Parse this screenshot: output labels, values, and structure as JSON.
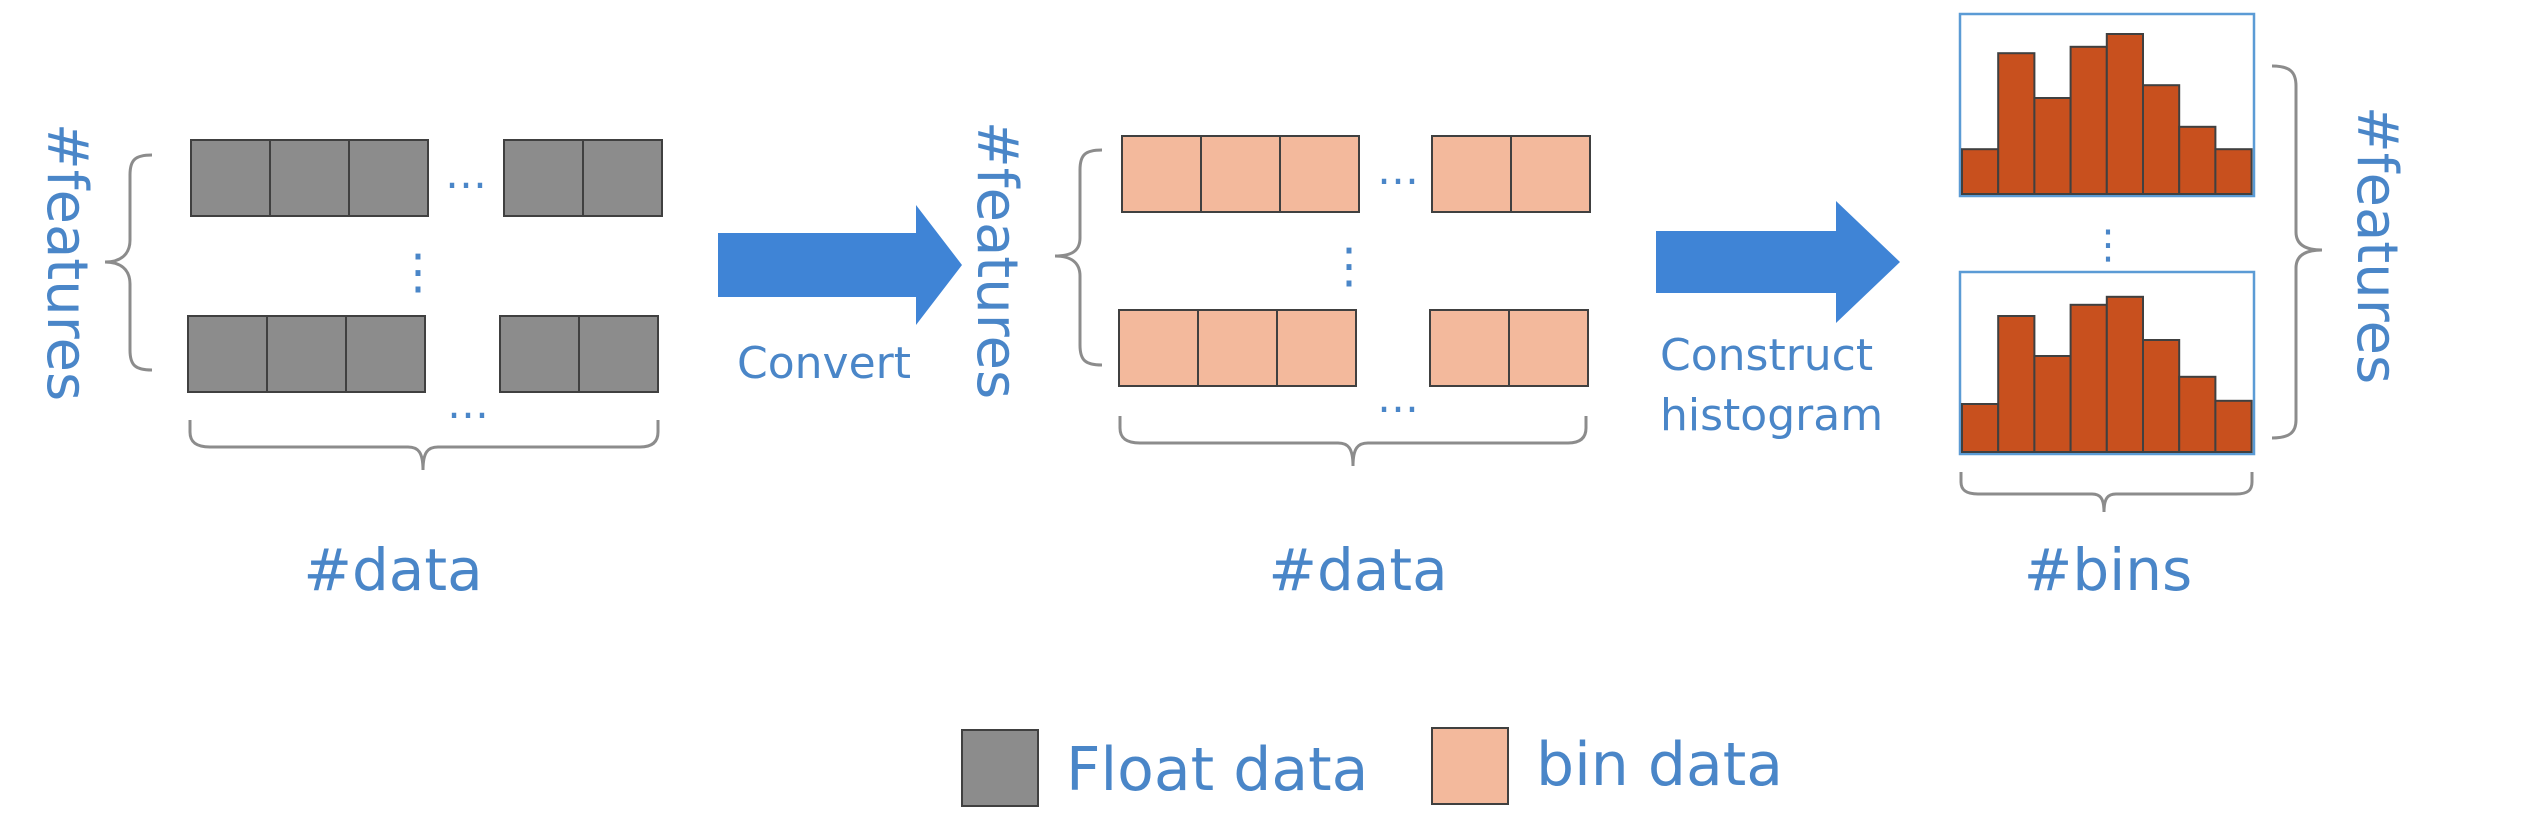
{
  "labels": {
    "features": "#features",
    "data": "#data",
    "bins": "#bins",
    "ellipsis": "…",
    "vdots": "⋮",
    "convert": "Convert",
    "construct_line1": "Construct",
    "construct_line2": "histogram"
  },
  "legend": {
    "float_label": "Float data",
    "bin_label": "bin data"
  },
  "histograms": [
    {
      "values": [
        0.28,
        0.88,
        0.6,
        0.92,
        1.0,
        0.68,
        0.42,
        0.28
      ]
    },
    {
      "values": [
        0.3,
        0.85,
        0.6,
        0.92,
        0.97,
        0.7,
        0.47,
        0.32
      ]
    }
  ],
  "colors": {
    "float_cell": "#8C8C8C",
    "bin_cell": "#F3B99C",
    "histogram_bar": "#C8501E",
    "text": "#4A86C8",
    "arrow": "#3F84D6"
  }
}
